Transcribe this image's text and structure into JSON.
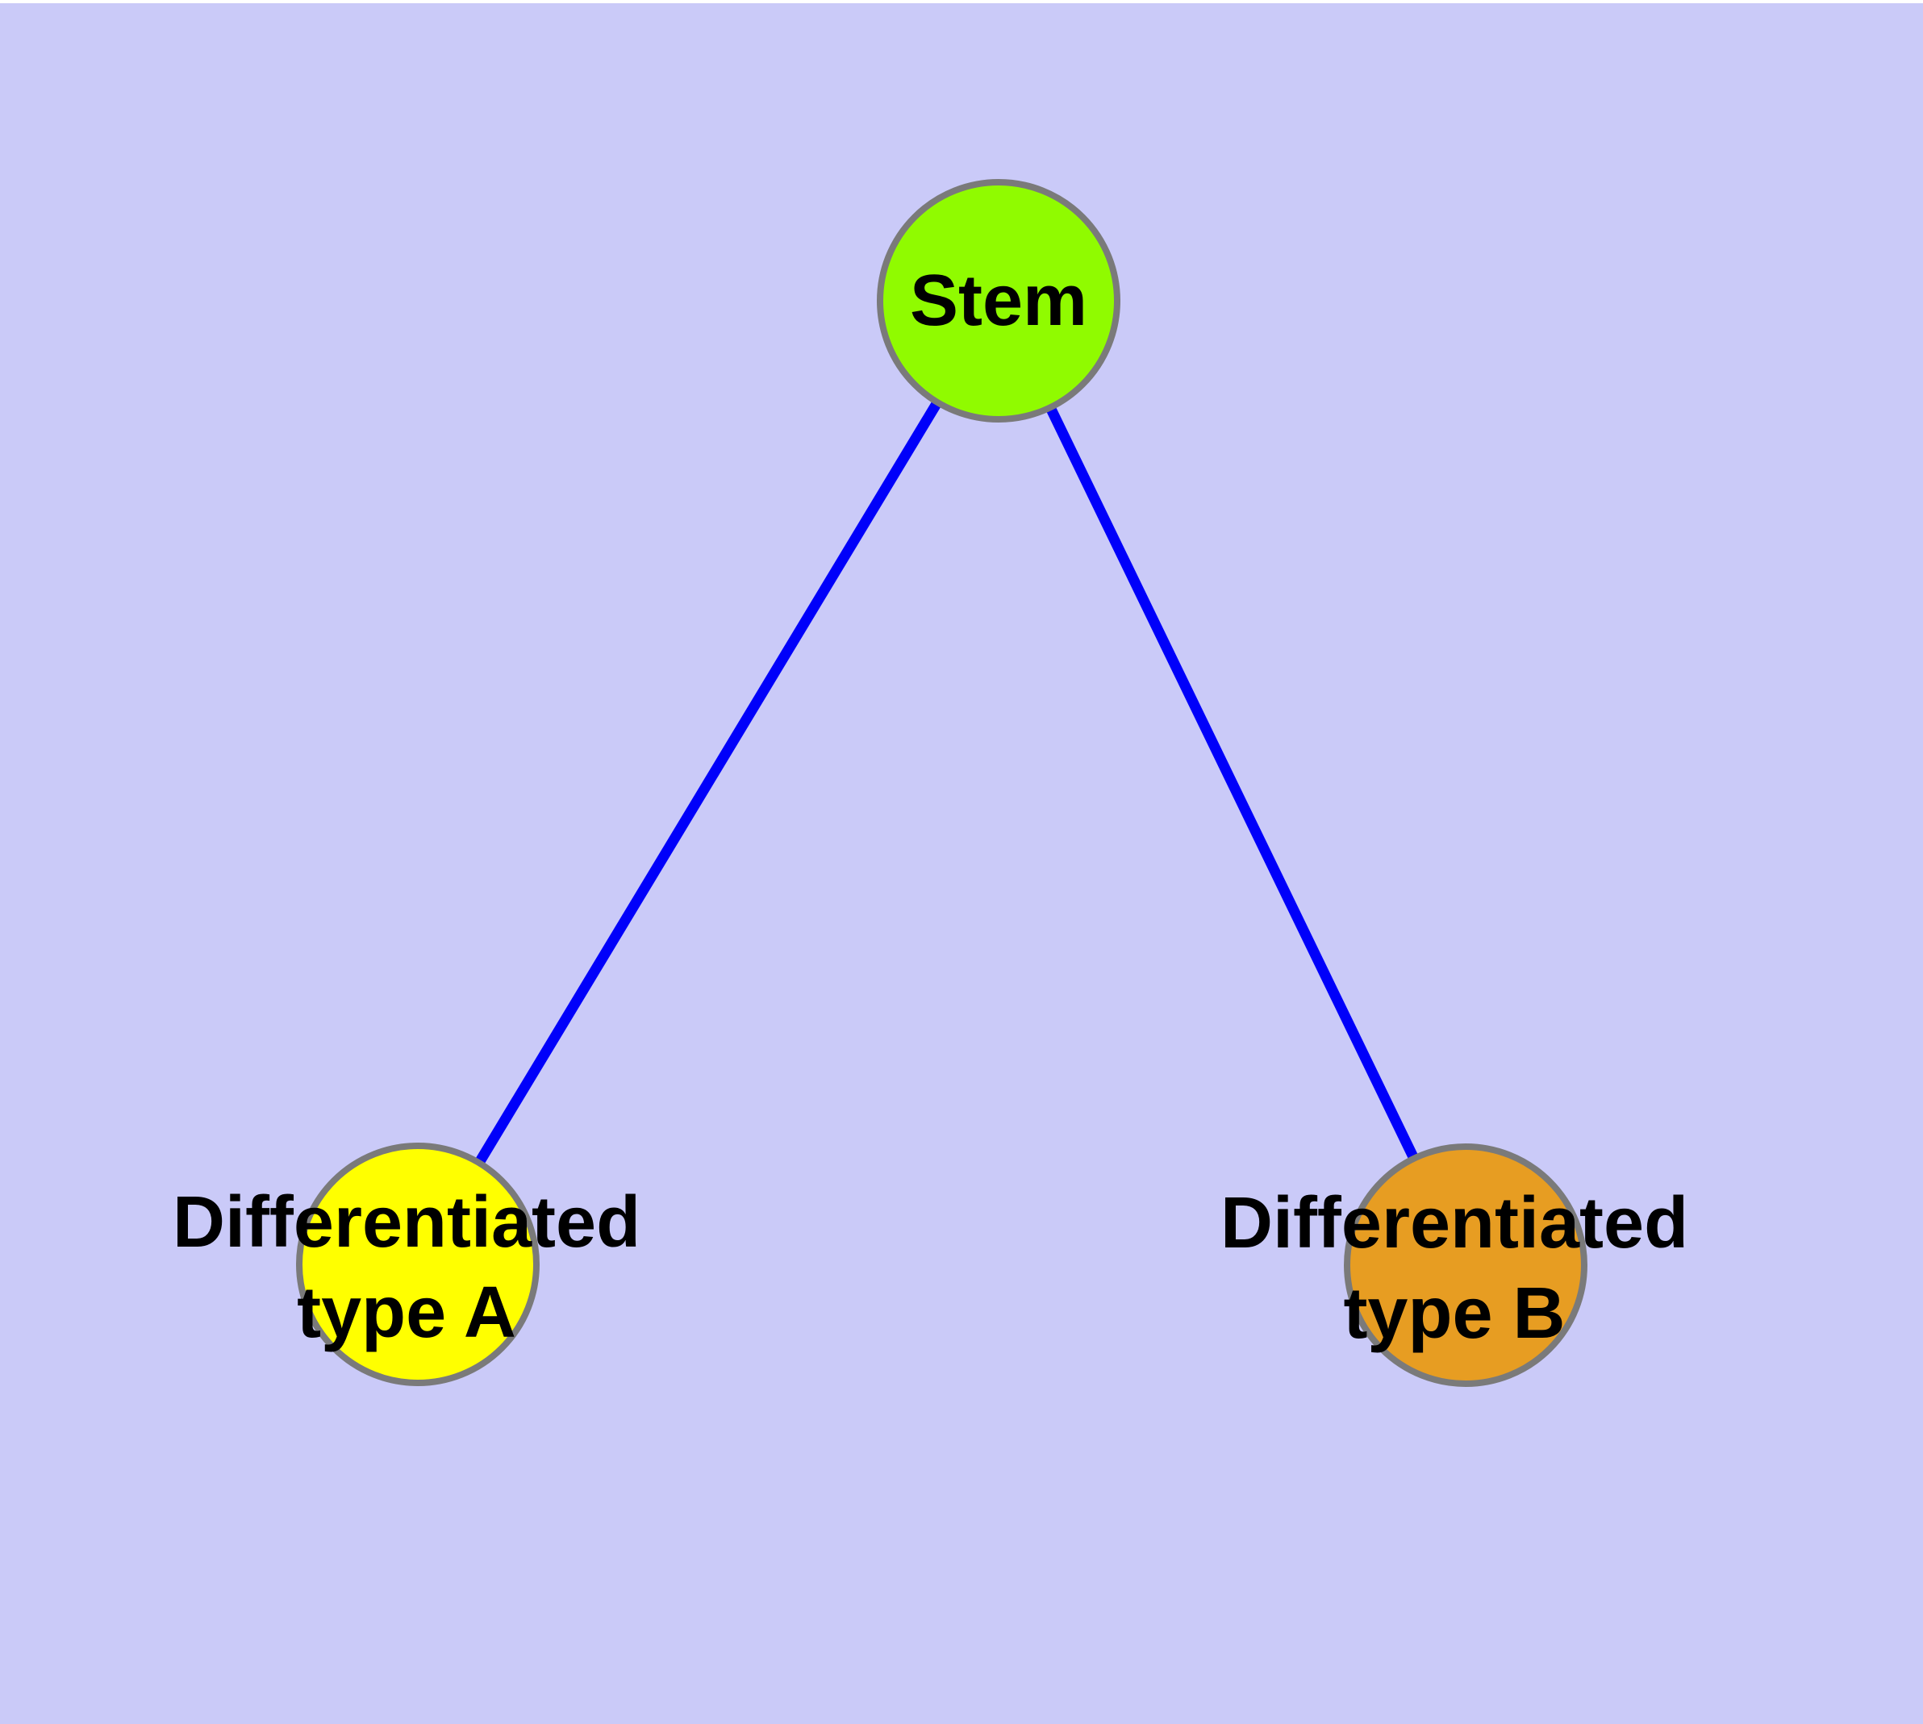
{
  "diagram": {
    "background_color": "#CACAF8",
    "top_strip_color": "#FFFFFF",
    "edge_color": "#0000FA",
    "node_border_color": "#7A7A7A",
    "label_color": "#000000",
    "nodes": [
      {
        "id": "stem",
        "label": "Stem",
        "color": "#90FB00"
      },
      {
        "id": "differentiated-type-a",
        "label": "Differentiated\ntype A",
        "color": "#FFFF00"
      },
      {
        "id": "differentiated-type-b",
        "label": "Differentiated\ntype B",
        "color": "#E79D22"
      }
    ],
    "edges": [
      {
        "from": "stem",
        "to": "differentiated-type-a"
      },
      {
        "from": "stem",
        "to": "differentiated-type-b"
      }
    ]
  }
}
